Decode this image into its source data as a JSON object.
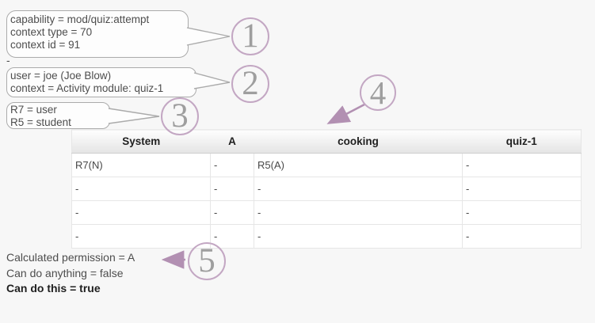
{
  "colors": {
    "background": "#f7f7f7",
    "bubble_fill": "#fdfdfd",
    "bubble_border": "#ababab",
    "circle_border": "#c3a7c3",
    "number_text": "#9e9e9e",
    "arrow": "#b290b2",
    "table_border": "#e6e6e6",
    "text": "#4d4d4d"
  },
  "callouts": [
    {
      "number": "1",
      "lines": [
        "capability = mod/quiz:attempt",
        "context type = 70",
        "context id = 91"
      ]
    },
    {
      "number": "2",
      "lines": [
        "user = joe (Joe Blow)",
        "context = Activity module: quiz-1"
      ]
    },
    {
      "number": "3",
      "lines": [
        "R7 = user",
        "R5 = student"
      ]
    }
  ],
  "markers": [
    {
      "number": "4"
    },
    {
      "number": "5"
    }
  ],
  "stray_dash": "-",
  "table": {
    "columns": [
      "System",
      "A",
      "cooking",
      "quiz-1"
    ],
    "rows": [
      [
        "R7(N)",
        "-",
        "R5(A)",
        "-"
      ],
      [
        "-",
        "-",
        "-",
        "-"
      ],
      [
        "-",
        "-",
        "-",
        "-"
      ],
      [
        "-",
        "-",
        "-",
        "-"
      ]
    ]
  },
  "summary": {
    "lines": [
      {
        "text": "Calculated permission = A"
      },
      {
        "text": "Can do anything = false"
      },
      {
        "text": "Can do this = true"
      }
    ]
  }
}
